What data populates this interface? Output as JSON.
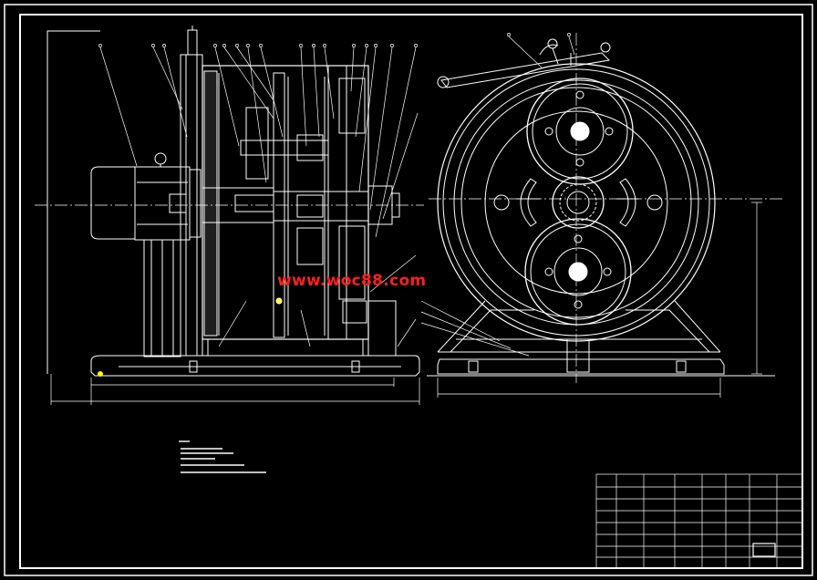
{
  "watermark": "www.woc88.com",
  "colors": {
    "background": "#000000",
    "line": "#ffffff",
    "centerline": "#ffffff",
    "watermark": "#ff2020",
    "marker": "#ffff00"
  },
  "drawing": {
    "views": [
      "front-section-view",
      "side-view"
    ],
    "title_block": {
      "present": true,
      "text_legible": false
    },
    "technical_notes": {
      "present": true,
      "text_legible": false
    }
  }
}
